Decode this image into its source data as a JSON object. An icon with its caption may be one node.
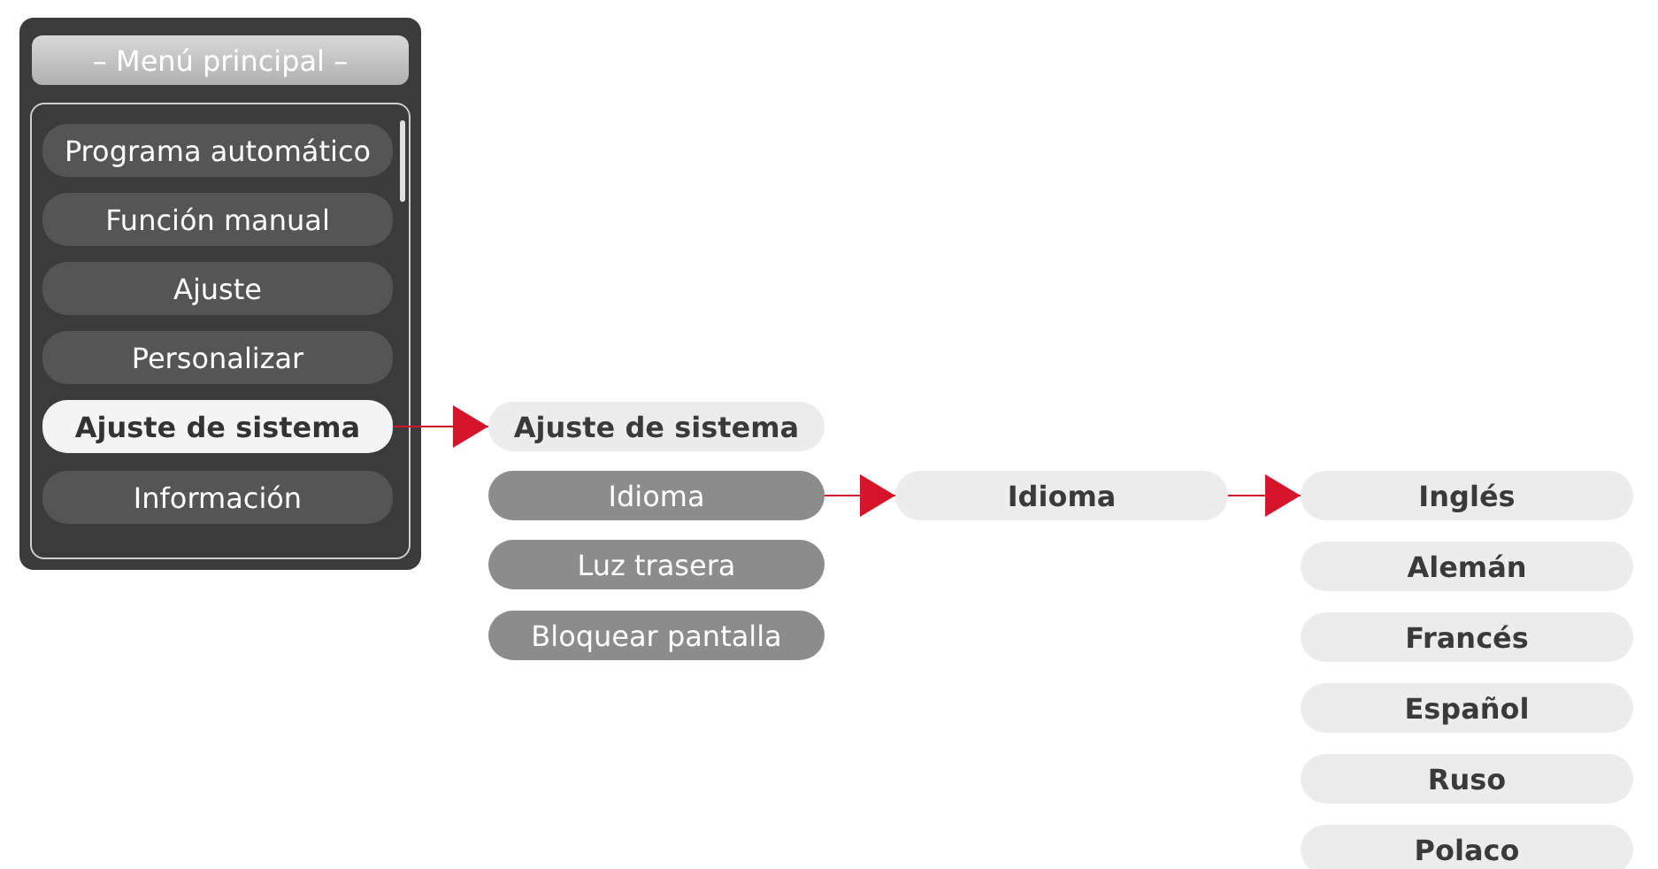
{
  "diagram": {
    "nodes": [
      {
        "text": [
          "– Menú principal –"
        ]
      },
      {
        "text": [
          "Programa automático"
        ],
        "in": 0
      },
      {
        "text": [
          "Función manual"
        ],
        "in": 0
      },
      {
        "text": [
          "Ajuste"
        ],
        "in": 0
      },
      {
        "text": [
          "Personalizar"
        ],
        "in": 0
      },
      {
        "text": [
          "Ajuste de sistema"
        ],
        "in": 0
      },
      {
        "text": [
          "Información"
        ],
        "in": 0
      },
      {
        "text": [
          "Ajuste de sistema"
        ]
      },
      {
        "text": [
          "Idioma"
        ]
      },
      {
        "text": [
          "Luz trasera"
        ]
      },
      {
        "text": [
          "Bloquear pantalla"
        ]
      },
      {
        "text": [
          "Idioma"
        ]
      },
      {
        "text": [
          "Inglés"
        ]
      },
      {
        "text": [
          "Alemán"
        ]
      },
      {
        "text": [
          "Francés"
        ]
      },
      {
        "text": [
          "Español"
        ]
      },
      {
        "text": [
          "Ruso"
        ]
      },
      {
        "text": [
          "Polaco"
        ]
      }
    ],
    "edges": [
      {
        "from": 5,
        "to": 7,
        "arrow": "to"
      },
      {
        "from": 8,
        "to": 11,
        "arrow": "to"
      },
      {
        "from": 11,
        "to": 12,
        "arrow": "to"
      }
    ]
  }
}
